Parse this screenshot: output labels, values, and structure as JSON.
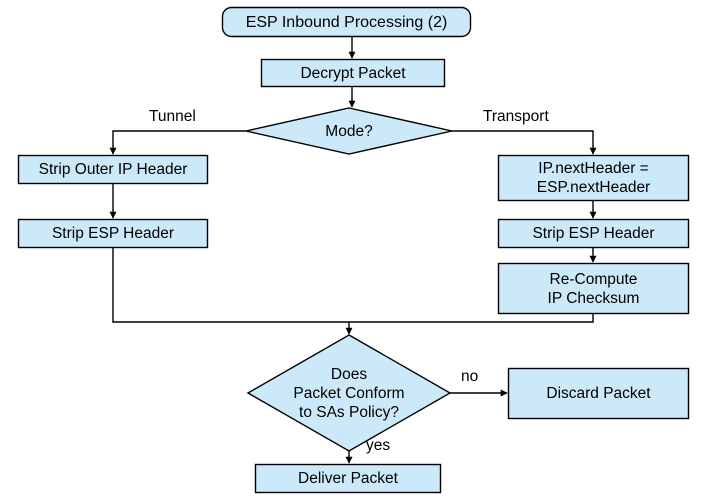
{
  "diagram": {
    "title": "ESP Inbound Processing (2)",
    "colors": {
      "node_fill": "#cce9fa",
      "node_stroke": "#000000",
      "edge_stroke": "#000000",
      "text": "#000000",
      "background": "#ffffff"
    },
    "nodes": {
      "title_terminator": {
        "label": "ESP Inbound Processing (2)",
        "shape": "rounded-rect"
      },
      "decrypt_packet": {
        "label": "Decrypt Packet",
        "shape": "rect"
      },
      "mode_decision": {
        "label": "Mode?",
        "shape": "diamond"
      },
      "strip_outer_ip_header": {
        "label": "Strip Outer IP Header",
        "shape": "rect"
      },
      "strip_esp_header_tunnel": {
        "label": "Strip ESP Header",
        "shape": "rect"
      },
      "ip_nextheader": {
        "label": "IP.nextHeader =\nESP.nextHeader",
        "shape": "rect"
      },
      "strip_esp_header_transport": {
        "label": "Strip ESP Header",
        "shape": "rect"
      },
      "recompute_checksum": {
        "label": "Re-Compute\nIP Checksum",
        "shape": "rect"
      },
      "conform_decision": {
        "label": "Does\nPacket Conform\nto SAs Policy?",
        "shape": "diamond"
      },
      "discard_packet": {
        "label": "Discard Packet",
        "shape": "rect"
      },
      "deliver_packet": {
        "label": "Deliver Packet",
        "shape": "rect"
      }
    },
    "edge_labels": {
      "tunnel": "Tunnel",
      "transport": "Transport",
      "no": "no",
      "yes": "yes"
    }
  }
}
